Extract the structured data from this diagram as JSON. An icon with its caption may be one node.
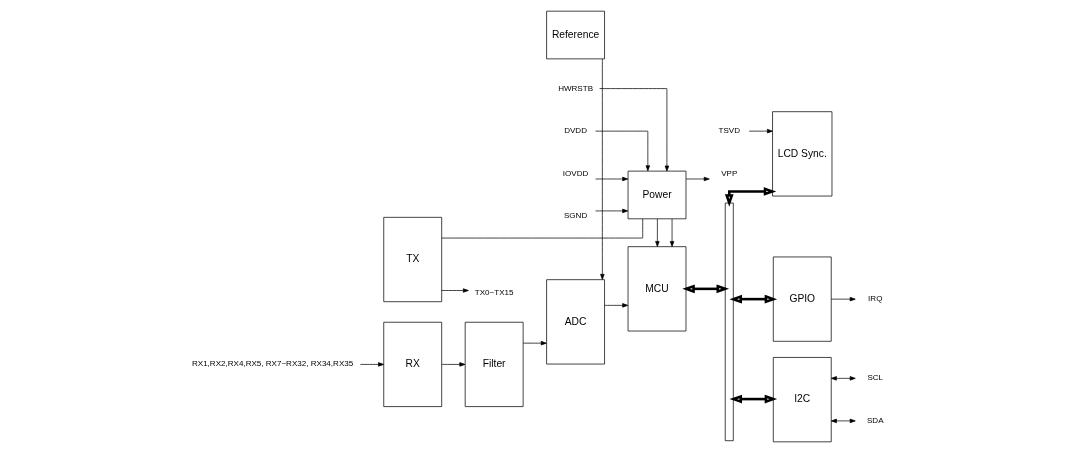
{
  "diagram": {
    "nodes": [
      {
        "text": [
          "RX1,RX2,RX4,RX5, RX7~RX32, RX34,RX35"
        ]
      },
      {
        "text": [
          "RX"
        ]
      },
      {
        "text": [
          "Filter"
        ]
      },
      {
        "text": [
          "ADC"
        ]
      },
      {
        "text": [
          "MCU"
        ]
      },
      {
        "text": [
          "TX"
        ]
      },
      {
        "text": [
          "Reference"
        ]
      },
      {
        "text": [
          "Power"
        ]
      },
      {
        "text": [],
        "shape": "bar"
      },
      {
        "text": [
          "LCD Sync."
        ]
      },
      {
        "text": [
          "I2C"
        ]
      },
      {
        "text": [
          "GPIO"
        ]
      },
      {
        "text": [
          "TSVD"
        ]
      },
      {
        "text": [
          "SCL"
        ]
      },
      {
        "text": [
          "SDA"
        ]
      },
      {
        "text": [
          "IRQ"
        ]
      },
      {
        "text": [
          "TX0~TX15"
        ]
      },
      {
        "text": [
          "VPP"
        ]
      },
      {
        "text": [
          "DVDD"
        ]
      },
      {
        "text": [
          "IOVDD"
        ]
      },
      {
        "text": [
          "SGND"
        ]
      },
      {
        "text": [
          "HWRSTB"
        ]
      }
    ],
    "edges": [
      {
        "from": 0,
        "to": 1,
        "arrow": "to"
      },
      {
        "from": 1,
        "to": 2,
        "arrow": "to"
      },
      {
        "from": 2,
        "to": 3,
        "arrow": "to"
      },
      {
        "from": 3,
        "to": 4,
        "arrow": "to"
      },
      {
        "from": 4,
        "to": 8,
        "arrow": "both",
        "style": "thick"
      },
      {
        "from": 8,
        "to": 9,
        "arrow": "both",
        "style": "thick"
      },
      {
        "from": 8,
        "to": 10,
        "arrow": "both",
        "style": "thick"
      },
      {
        "from": 8,
        "to": 11,
        "arrow": "both",
        "style": "thick"
      },
      {
        "from": 12,
        "to": 9,
        "arrow": "to"
      },
      {
        "from": 10,
        "to": 13,
        "arrow": "both"
      },
      {
        "from": 10,
        "to": 14,
        "arrow": "both"
      },
      {
        "from": 11,
        "to": 15,
        "arrow": "to"
      },
      {
        "from": 5,
        "to": 16,
        "arrow": "to"
      },
      {
        "from": 6,
        "to": 3,
        "arrow": "to"
      },
      {
        "from": 7,
        "to": 4,
        "arrow": "to"
      },
      {
        "from": 7,
        "to": 4,
        "arrow": "to"
      },
      {
        "from": 7,
        "to": 5,
        "arrow": "none"
      },
      {
        "from": 7,
        "to": 17,
        "arrow": "to"
      },
      {
        "from": 18,
        "to": 7,
        "arrow": "to"
      },
      {
        "from": 19,
        "to": 7,
        "arrow": "to"
      },
      {
        "from": 20,
        "to": 7,
        "arrow": "to"
      },
      {
        "from": 21,
        "to": 7,
        "arrow": "to"
      }
    ]
  }
}
